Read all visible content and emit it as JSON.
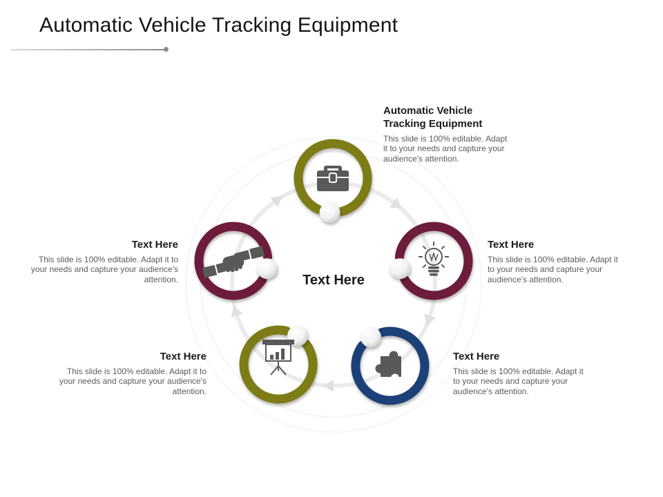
{
  "slide": {
    "title": "Automatic Vehicle Tracking Equipment"
  },
  "center_label": "Text Here",
  "nodes": [
    {
      "id": "top",
      "label": "Automatic Vehicle Tracking Equipment",
      "description": "This slide is 100% editable. Adapt it to your needs and capture your audience's attention.",
      "color": "#7D7C12",
      "icon": "briefcase-icon"
    },
    {
      "id": "right",
      "label": "Text Here",
      "description": "This slide is 100% editable. Adapt it to your needs and capture your audience's attention.",
      "color": "#6D1C3A",
      "icon": "lightbulb-icon"
    },
    {
      "id": "left",
      "label": "Text Here",
      "description": "This slide is 100% editable. Adapt it to your needs and capture your audience's attention.",
      "color": "#6D1C3A",
      "icon": "handshake-icon"
    },
    {
      "id": "bottom-left",
      "label": "Text Here",
      "description": "This slide is 100% editable. Adapt it to your needs and capture your audience's attention.",
      "color": "#7D7C12",
      "icon": "presentation-chart-icon"
    },
    {
      "id": "bottom-right",
      "label": "Text Here",
      "description": "This slide is 100% editable. Adapt it to your needs and capture your audience's attention.",
      "color": "#1F4078",
      "icon": "puzzle-piece-icon"
    }
  ],
  "colors": {
    "olive": "#7D7C12",
    "maroon": "#6D1C3A",
    "navy": "#1F4078",
    "icon_gray": "#595959",
    "connector_gray": "#ebebeb",
    "body_text": "#5b5b5b",
    "heading_text": "#1a1a1a"
  }
}
